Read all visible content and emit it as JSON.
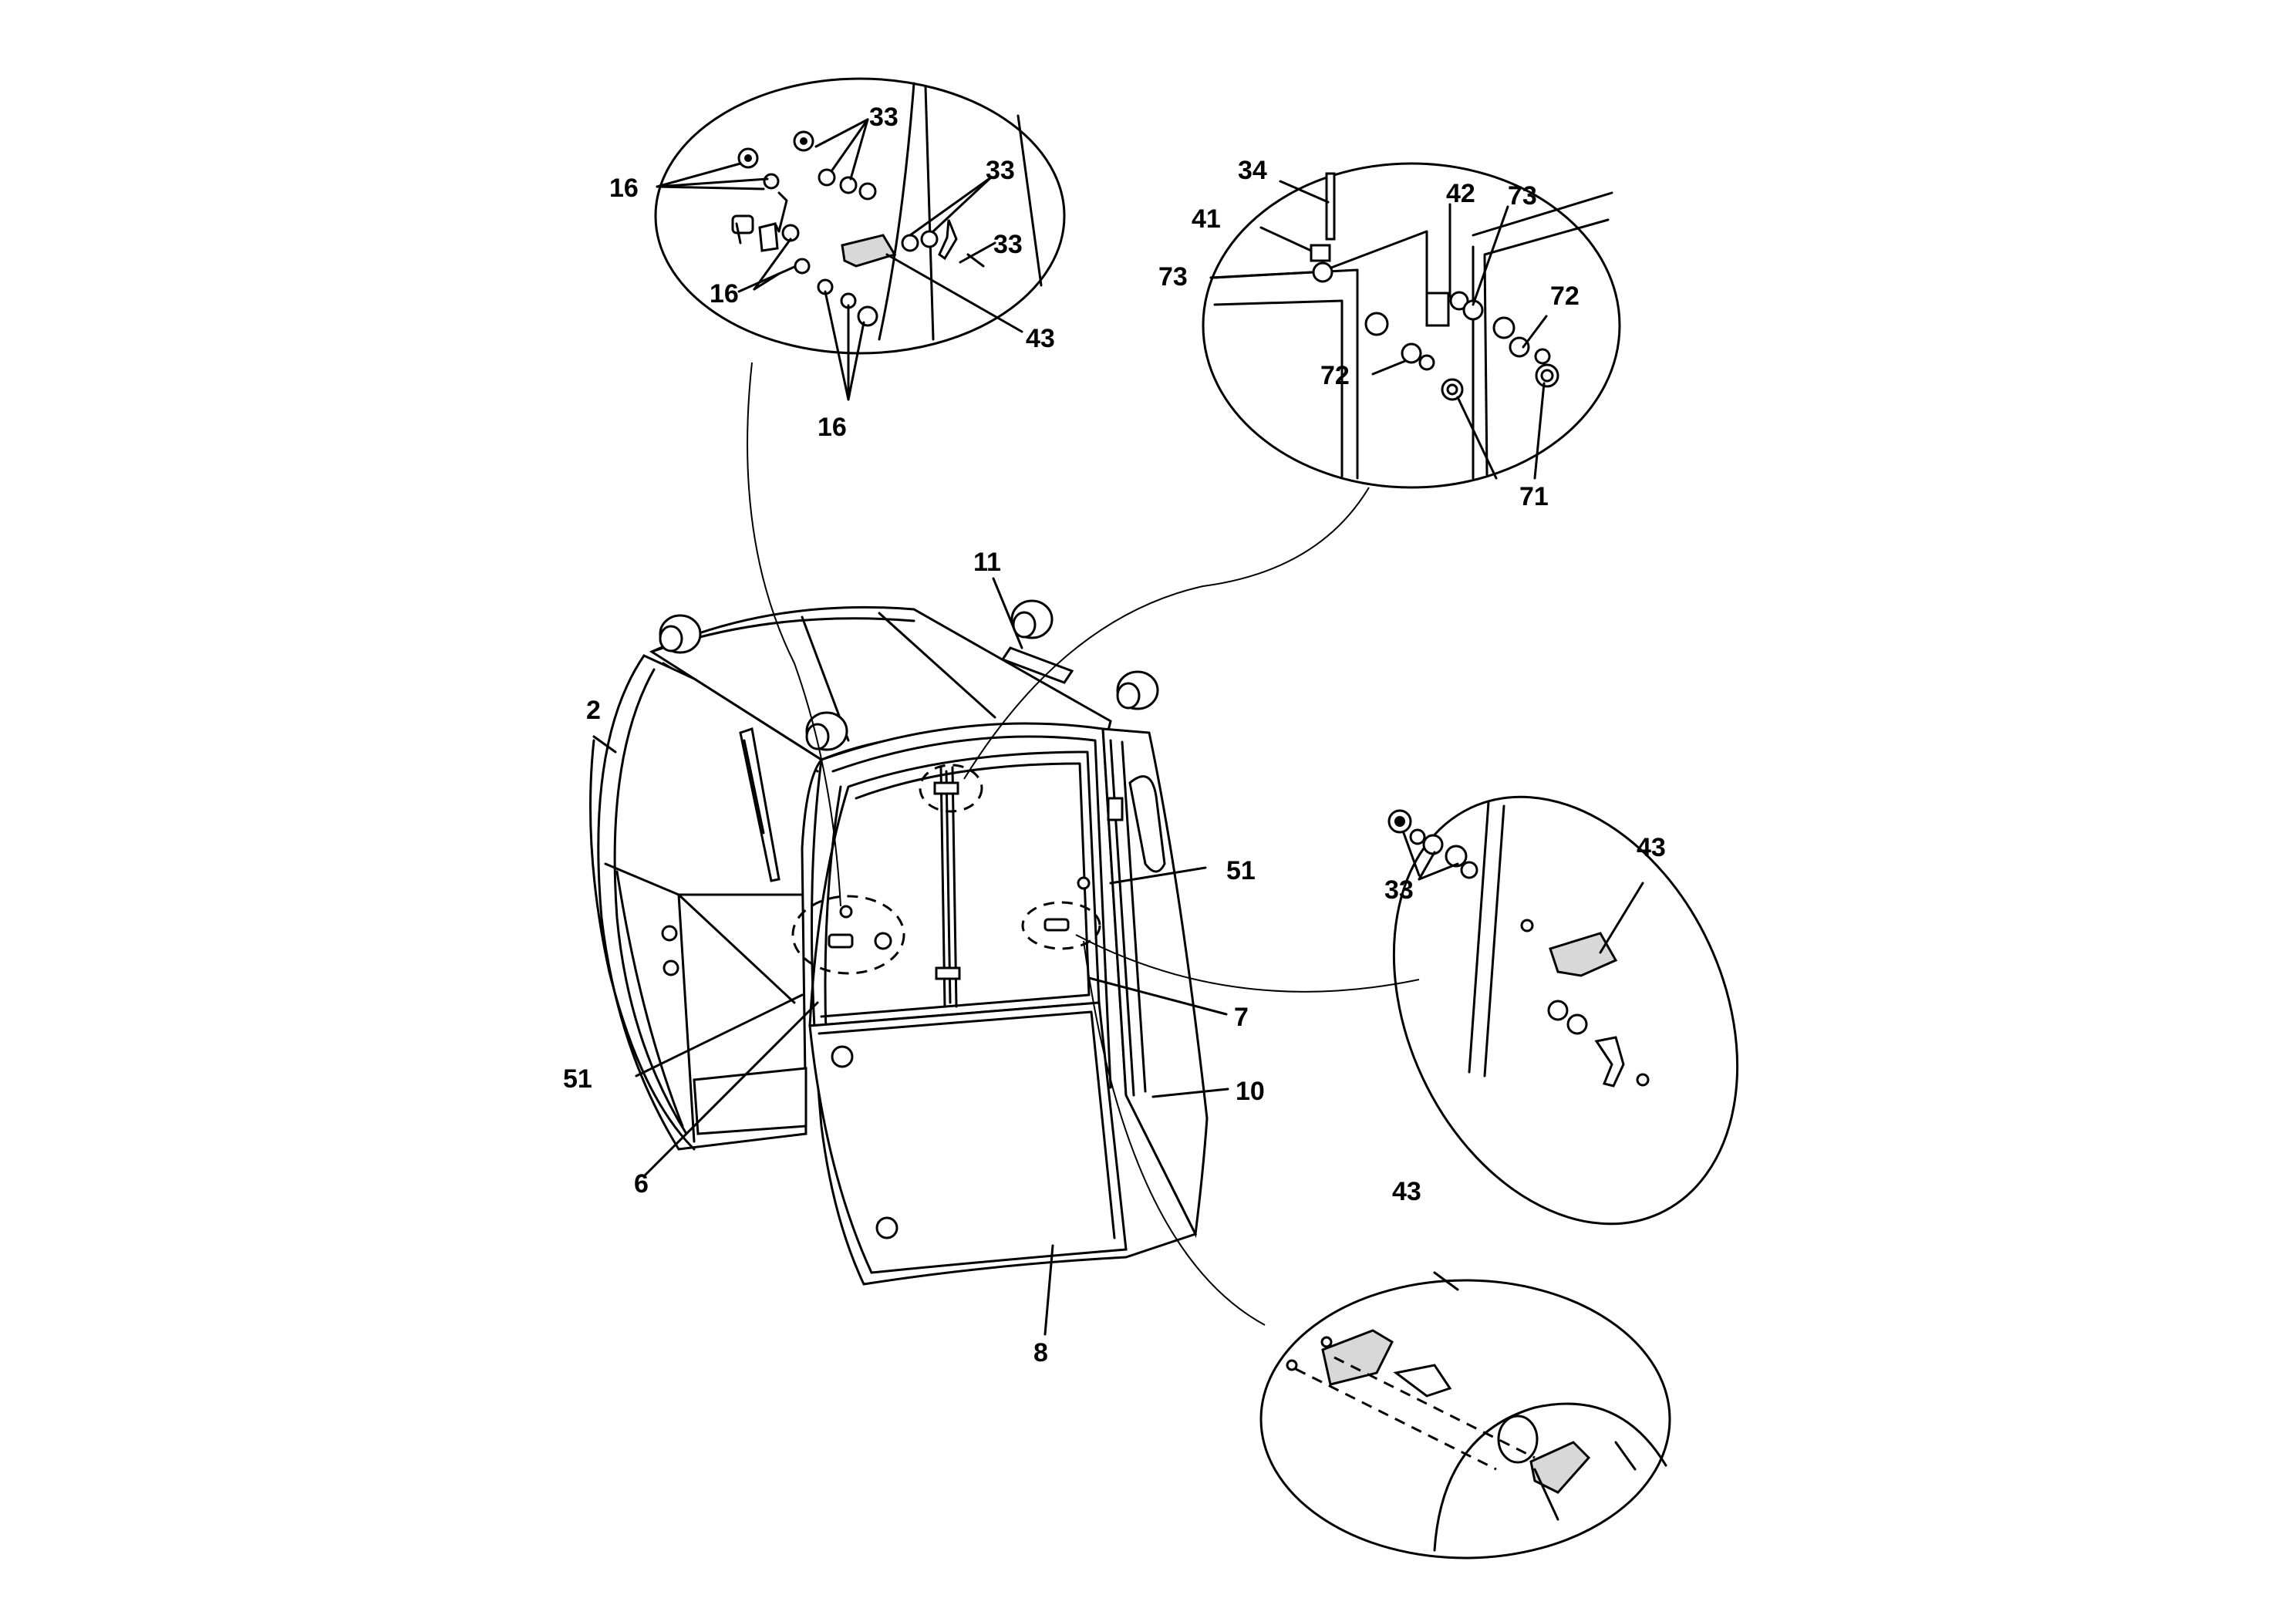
{
  "callouts": {
    "c2": "2",
    "c6": "6",
    "c7": "7",
    "c8": "8",
    "c10": "10",
    "c11": "11",
    "c16a": "16",
    "c16b": "16",
    "c16c": "16",
    "c33a": "33",
    "c33b": "33",
    "c33c": "33",
    "c33d": "33",
    "c34": "34",
    "c41": "41",
    "c42": "42",
    "c43a": "43",
    "c43b": "43",
    "c43c": "43",
    "c51a": "51",
    "c51b": "51",
    "c71": "71",
    "c72a": "72",
    "c72b": "72",
    "c73a": "73",
    "c73b": "73"
  }
}
